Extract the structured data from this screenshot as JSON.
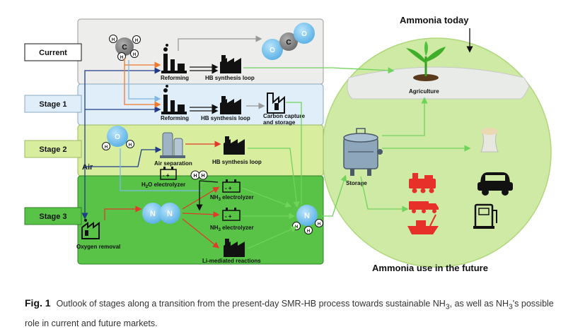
{
  "stages": {
    "current": "Current",
    "stage1": "Stage 1",
    "stage2": "Stage 2",
    "stage3": "Stage 3"
  },
  "labels": {
    "reforming": "Reforming",
    "hb_loop": "HB synthesis loop",
    "carbon_capture_1": "Carbon capture",
    "carbon_capture_2": "and storage",
    "air": "Air",
    "air_separation": "Air separation",
    "h2o_electrolyzer": "H",
    "nh3_electrolyzer": "NH",
    "electrolyzer_suffix": " electrolyzer",
    "oxygen_removal": "Oxygen removal",
    "li_mediated": "Li-mediated reactions",
    "ammonia_today": "Ammonia today",
    "agriculture": "Agriculture",
    "storage": "Storage",
    "ammonia_future": "Ammonia use in the future"
  },
  "atoms": {
    "c": "C",
    "h": "H",
    "o": "O",
    "n": "N"
  },
  "caption": {
    "fig": "Fig. 1",
    "text": "Outlook of stages along a transition from the present-day SMR-HB process towards sustainable NH",
    "text2": ", as well as NH",
    "text3": "'s possible role in current and future markets.",
    "sub3": "3"
  },
  "colors": {
    "current_fill": "#ededeb",
    "stage1_fill": "#dfeef8",
    "stage2_fill": "#d8ee9e",
    "stage3_fill": "#58c346",
    "future_circle": "#cfeaa4",
    "atom_blue": "#79c5f0",
    "carbon": "#8a8a8a",
    "arrow_green": "#6fd35c",
    "arrow_dark": "#1f3c88",
    "arrow_orange": "#f07a2b",
    "arrow_red": "#e03a2b",
    "transport_red": "#e8302a"
  }
}
